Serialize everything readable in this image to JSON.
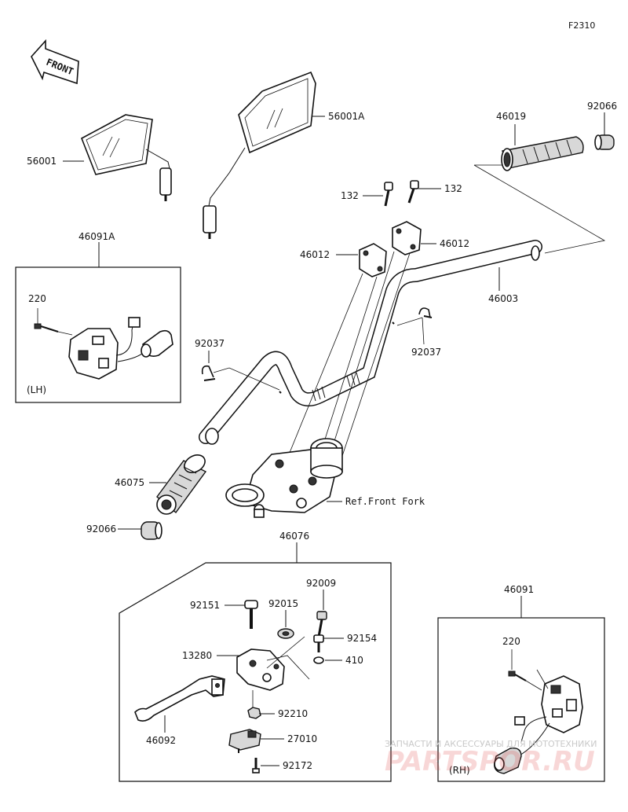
{
  "figure_code": "F2310",
  "front_label": "FRONT",
  "labels": {
    "mirror_left": "56001",
    "mirror_right": "56001A",
    "grip_right": "46019",
    "end_weight_right": "92066",
    "bolt_a": "132",
    "bolt_b": "132",
    "holder_left": "46012",
    "holder_right": "46012",
    "handlebar": "46003",
    "clamp_right": "92037",
    "clamp_left": "92037",
    "switch_lh_assy": "46091A",
    "screw_lh": "220",
    "lh_tag": "(LH)",
    "grip_left": "46075",
    "end_weight_left": "92066",
    "ref_front_fork": "Ref.Front Fork",
    "lever_assy": "46076",
    "bolt_92151": "92151",
    "washer_92015": "92015",
    "screw_92009": "92009",
    "bolt_92154": "92154",
    "holder_13280": "13280",
    "washer_410": "410",
    "nut_92210": "92210",
    "lever_46092": "46092",
    "switch_27010": "27010",
    "screw_92172": "92172",
    "switch_rh_assy": "46091",
    "screw_rh": "220",
    "rh_tag": "(RH)"
  },
  "watermark": {
    "line1": "ЗАПЧАСТИ И АКСЕССУАРЫ ДЛЯ МОТОТЕХНИКИ",
    "line2": "PARTSPOR.RU"
  }
}
